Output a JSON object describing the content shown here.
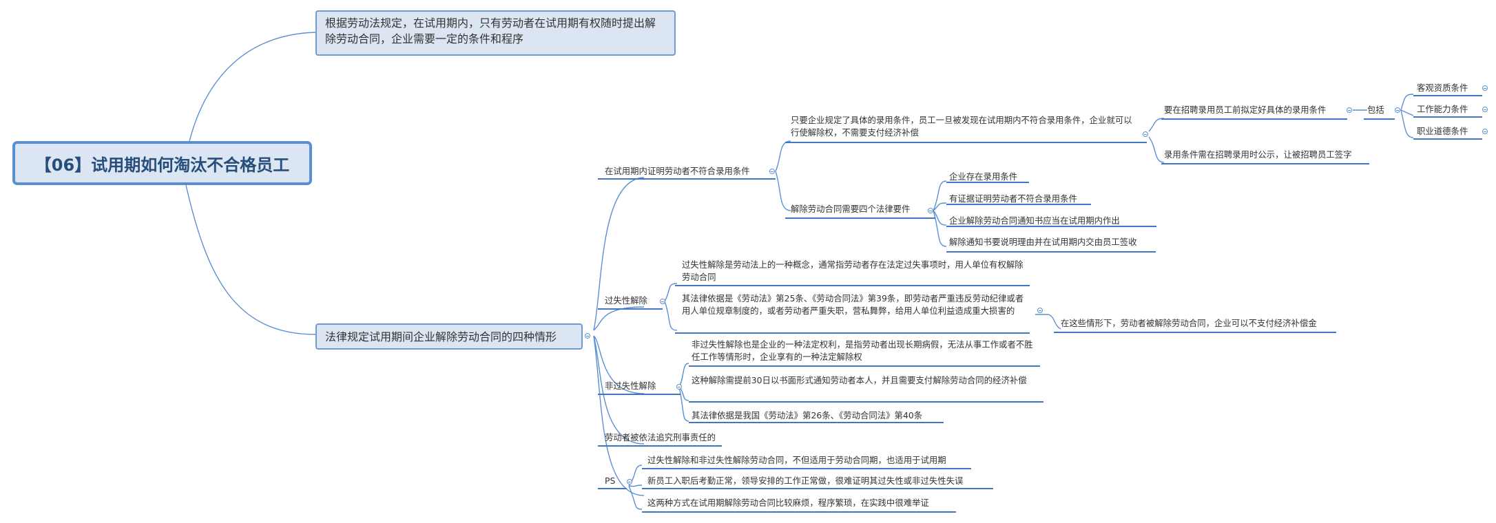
{
  "root": "【06】试用期如何淘汰不合格员工",
  "top_note": "根据劳动法规定，在试用期内，只有劳动者在试用期有权随时提出解除劳动合同，企业需要一定的条件和程序",
  "main_topic": "法律规定试用期间企业解除劳动合同的四种情形",
  "branches": {
    "b1": {
      "label": "在试用期内证明劳动者不符合录用条件",
      "a": {
        "label": "只要企业规定了具体的录用条件，员工一旦被发现在试用期内不符合录用条件，企业就可以行使解除权，不需要支付经济补偿",
        "c1": {
          "label": "要在招聘录用员工前拟定好具体的录用条件",
          "include": "包括",
          "items": [
            "客观资质条件",
            "工作能力条件",
            "职业道德条件"
          ]
        },
        "c2": "录用条件需在招聘录用时公示，让被招聘员工签字"
      },
      "b": {
        "label": "解除劳动合同需要四个法律要件",
        "items": [
          "企业存在录用条件",
          "有证据证明劳动者不符合录用条件",
          "企业解除劳动合同通知书应当在试用期内作出",
          "解除通知书要说明理由并在试用期内交由员工签收"
        ]
      }
    },
    "b2": {
      "label": "过失性解除",
      "items": [
        "过失性解除是劳动法上的一种概念，通常指劳动者存在法定过失事项时，用人单位有权解除劳动合同",
        "其法律依据是《劳动法》第25条、《劳动合同法》第39条，即劳动者严重违反劳动纪律或者用人单位规章制度的，或者劳动者严重失职，营私舞弊，给用人单位利益造成重大损害的"
      ],
      "sub": "在这些情形下，劳动者被解除劳动合同，企业可以不支付经济补偿金"
    },
    "b3": {
      "label": "非过失性解除",
      "items": [
        "非过失性解除也是企业的一种法定权利，是指劳动者出现长期病假，无法从事工作或者不胜任工作等情形时，企业享有的一种法定解除权",
        "这种解除需提前30日以书面形式通知劳动者本人，并且需要支付解除劳动合同的经济补偿",
        "其法律依据是我国《劳动法》第26条、《劳动合同法》第40条"
      ]
    },
    "b4": {
      "label": "劳动者被依法追究刑事责任的"
    },
    "b5": {
      "label": "PS",
      "items": [
        "过失性解除和非过失性解除劳动合同，不但适用于劳动合同期，也适用于试用期",
        "新员工入职后考勤正常，领导安排的工作正常做，很难证明其过失性或非过失性失误",
        "这两种方式在试用期解除劳动合同比较麻烦，程序繁琐，在实践中很难举证"
      ]
    }
  }
}
